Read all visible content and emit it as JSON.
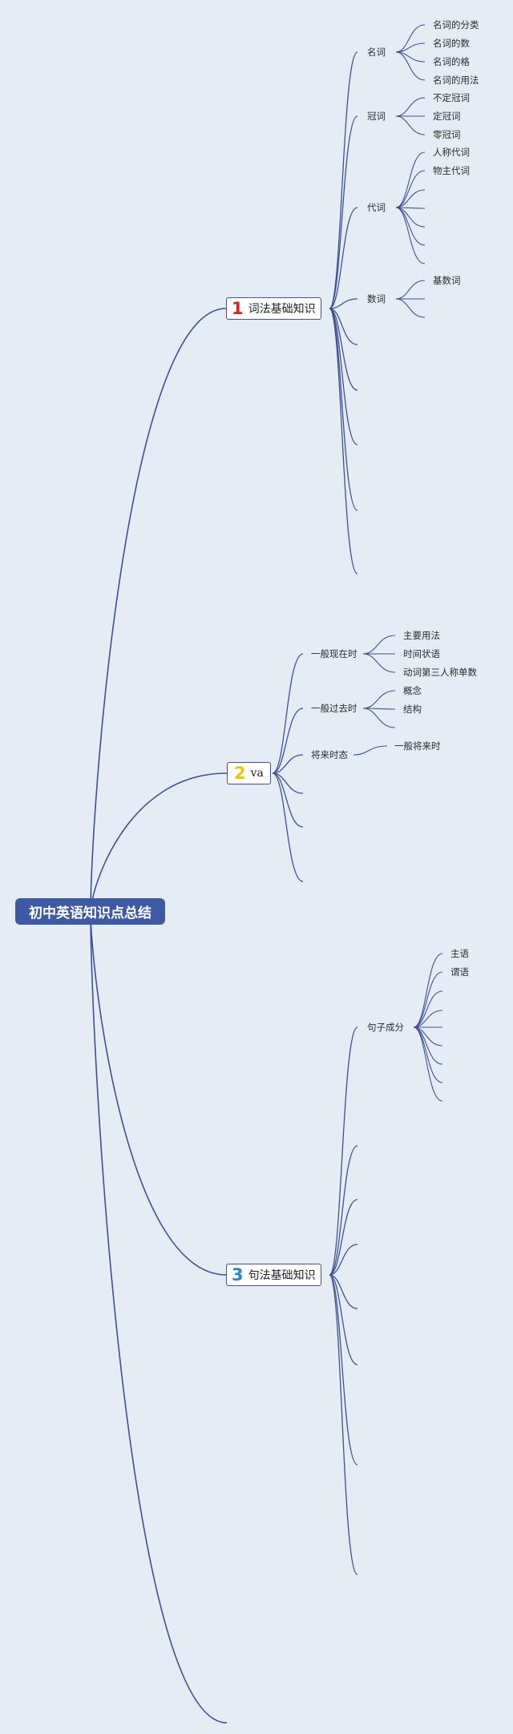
{
  "root": {
    "label": "初中英语知识点总结"
  },
  "branches": [
    {
      "number": "1",
      "label": "词法基础知识",
      "number_color": "#d9261c"
    },
    {
      "number": "2",
      "label": "va",
      "number_color": "#f2c400"
    },
    {
      "number": "3",
      "label": "句法基础知识",
      "number_color": "#2a86c9"
    }
  ],
  "b1": {
    "mingci": {
      "label": "名词",
      "children": [
        "名词的分类",
        "名词的数",
        "名词的格",
        "名词的用法"
      ]
    },
    "guanci": {
      "label": "冠词",
      "children": [
        "不定冠词",
        "定冠词",
        "零冠词"
      ]
    },
    "daici": {
      "label": "代词",
      "children": [
        "人称代词",
        "物主代词"
      ]
    },
    "shuci": {
      "label": "数词",
      "children": [
        "基数词"
      ]
    }
  },
  "b2": {
    "present": {
      "label": "一般现在时",
      "children": [
        "主要用法",
        "时间状语",
        "动词第三人称单数"
      ]
    },
    "past": {
      "label": "一般过去时",
      "children": [
        "概念",
        "结构"
      ]
    },
    "future": {
      "label": "将来时态",
      "children": [
        "一般将来时"
      ]
    }
  },
  "b3": {
    "juzi": {
      "label": "句子成分",
      "children": [
        "主语",
        "谓语"
      ]
    }
  },
  "colors": {
    "line": "#3d5098",
    "root_fill": "#3f5aa5",
    "background": "#e6ecf4"
  }
}
